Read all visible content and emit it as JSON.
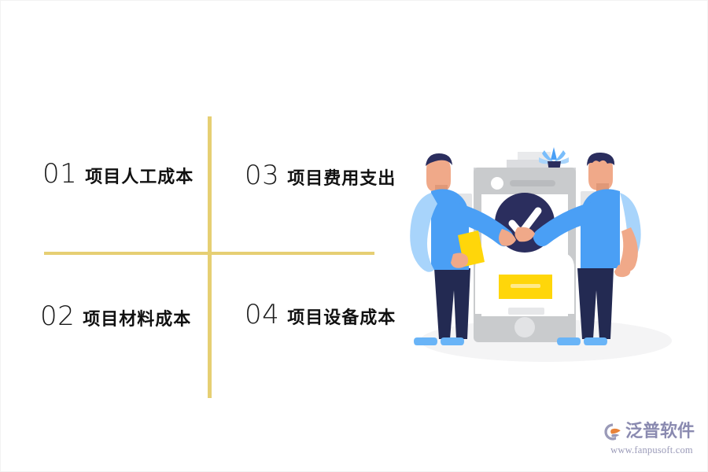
{
  "page": {
    "background_color": "#ffffff",
    "divider_color": "#e6cf73"
  },
  "items": [
    {
      "number": "01",
      "label": "项目人工成本"
    },
    {
      "number": "02",
      "label": "项目材料成本"
    },
    {
      "number": "03",
      "label": "项目费用支出"
    },
    {
      "number": "04",
      "label": "项目设备成本"
    }
  ],
  "illustration": {
    "name": "two-people-handshake-smartphone-approved",
    "colors": {
      "phone_body": "#c9cbcd",
      "phone_screen": "#ffffff",
      "check_circle": "#2b2e5e",
      "shirt_blue": "#4a9ff5",
      "shirt_blue_light": "#a8d4fb",
      "pants_navy": "#232a52",
      "skin": "#f0a989",
      "accent_yellow": "#ffd60a",
      "shadow_gray": "#f3f3f4",
      "bubble_gray": "#e4e5e7"
    }
  },
  "watermark": {
    "brand": "泛普软件",
    "url": "www.fanpusoft.com",
    "brand_color": "#8a8ab0",
    "mark_colors": {
      "arc": "#9a9ab8",
      "swoosh": "#e8833a"
    }
  }
}
